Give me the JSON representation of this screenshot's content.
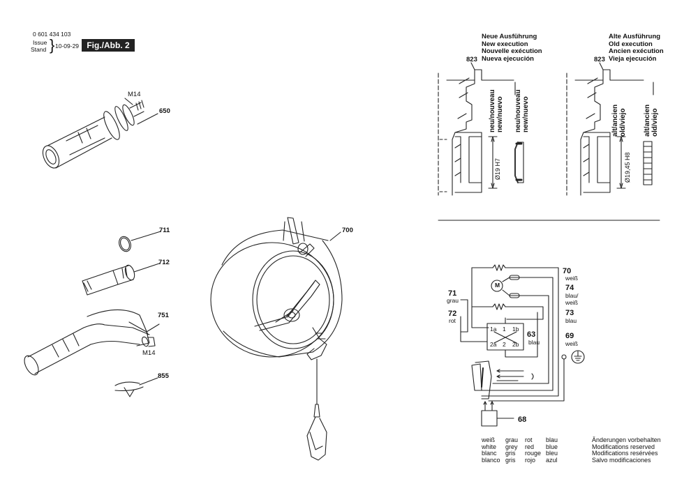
{
  "header": {
    "part_number": "0 601 434 103",
    "issue_label_1": "Issue",
    "issue_label_2": "Stand",
    "issue_date": "10-09-29",
    "fig_label": "Fig./Abb. 2"
  },
  "parts": {
    "p650": "650",
    "p711": "711",
    "p712": "712",
    "p751": "751",
    "p855": "855",
    "p700": "700",
    "m14_top": "M14",
    "m14_bottom": "M14"
  },
  "execution_new": {
    "lines": [
      "Neue Ausführung",
      "New execution",
      "Nouvelle exécution",
      "Nueva ejecución"
    ],
    "ref": "823",
    "vertical_label": [
      "neu/nouveau",
      "new/nuevo"
    ],
    "vertical_label_2": [
      "neu/nouveau",
      "new/nuevo"
    ],
    "dimension": "Ø19 H7"
  },
  "execution_old": {
    "lines": [
      "Alte Ausführung",
      "Old execution",
      "Ancien exécution",
      "Vieja ejecución"
    ],
    "ref": "823",
    "vertical_label": [
      "alt/ancien",
      "old/viejo"
    ],
    "vertical_label_2": [
      "alt/ancien",
      "old/viejo"
    ],
    "dimension": "Ø19,45 H8"
  },
  "wiring": {
    "n70": "70",
    "c70": "weiß",
    "n74": "74",
    "c74a": "blau/",
    "c74b": "weiß",
    "n73": "73",
    "c73": "blau",
    "n69": "69",
    "c69": "weiß",
    "n71": "71",
    "c71": "grau",
    "n72": "72",
    "c72": "rot",
    "n63": "63",
    "c63": "blau",
    "n68": "68",
    "motor": "M",
    "switch_1a": "1a",
    "switch_1": "1",
    "switch_1b": "1b",
    "switch_2a": "2a",
    "switch_2": "2",
    "switch_2b": "2b"
  },
  "legend": {
    "col1": [
      "weiß",
      "white",
      "blanc",
      "blanco"
    ],
    "col2": [
      "grau",
      "grey",
      "gris",
      "gris"
    ],
    "col3": [
      "rot",
      "red",
      "rouge",
      "rojo"
    ],
    "col4": [
      "blau",
      "blue",
      "bleu",
      "azul"
    ],
    "notice": [
      "Änderungen vorbehalten",
      "Modifications reserved",
      "Modifications resérvées",
      "Salvo modificaciones"
    ]
  }
}
